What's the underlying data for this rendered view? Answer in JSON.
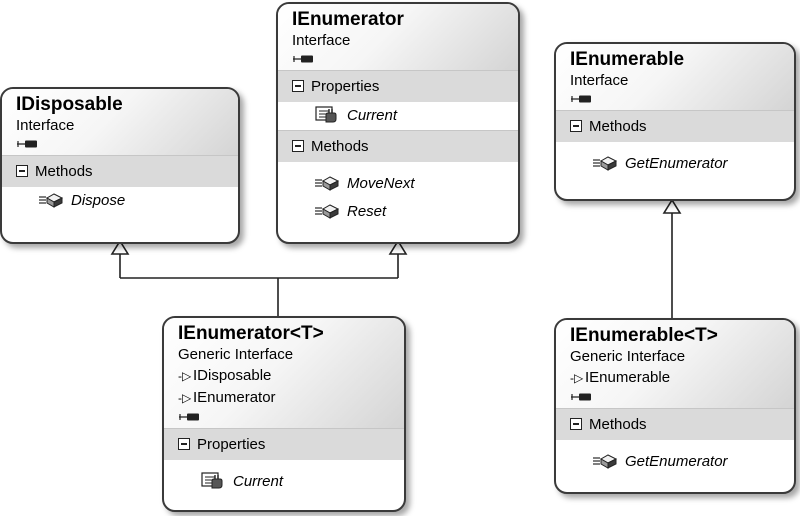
{
  "diagram": {
    "classes": {
      "idisposable": {
        "name": "IDisposable",
        "kind": "Interface",
        "methods_label": "Methods",
        "methods": [
          "Dispose"
        ]
      },
      "ienumerator": {
        "name": "IEnumerator",
        "kind": "Interface",
        "properties_label": "Properties",
        "properties": [
          "Current"
        ],
        "methods_label": "Methods",
        "methods": [
          "MoveNext",
          "Reset"
        ]
      },
      "ienumerable": {
        "name": "IEnumerable",
        "kind": "Interface",
        "methods_label": "Methods",
        "methods": [
          "GetEnumerator"
        ]
      },
      "ienumerator_t": {
        "name": "IEnumerator<T>",
        "kind": "Generic Interface",
        "inherits": [
          "IDisposable",
          "IEnumerator"
        ],
        "properties_label": "Properties",
        "properties": [
          "Current"
        ]
      },
      "ienumerable_t": {
        "name": "IEnumerable<T>",
        "kind": "Generic Interface",
        "inherits": [
          "IEnumerable"
        ],
        "methods_label": "Methods",
        "methods": [
          "GetEnumerator"
        ]
      }
    },
    "relations": [
      {
        "from": "IEnumerator<T>",
        "to": "IDisposable",
        "type": "inheritance"
      },
      {
        "from": "IEnumerator<T>",
        "to": "IEnumerator",
        "type": "inheritance"
      },
      {
        "from": "IEnumerable<T>",
        "to": "IEnumerable",
        "type": "inheritance"
      }
    ],
    "icons": {
      "interface": "interface-lollipop-icon",
      "collapse": "collapse-minus-icon",
      "property": "property-hand-icon",
      "method": "method-cube-icon",
      "inherits": "inherits-arrow-icon"
    }
  }
}
